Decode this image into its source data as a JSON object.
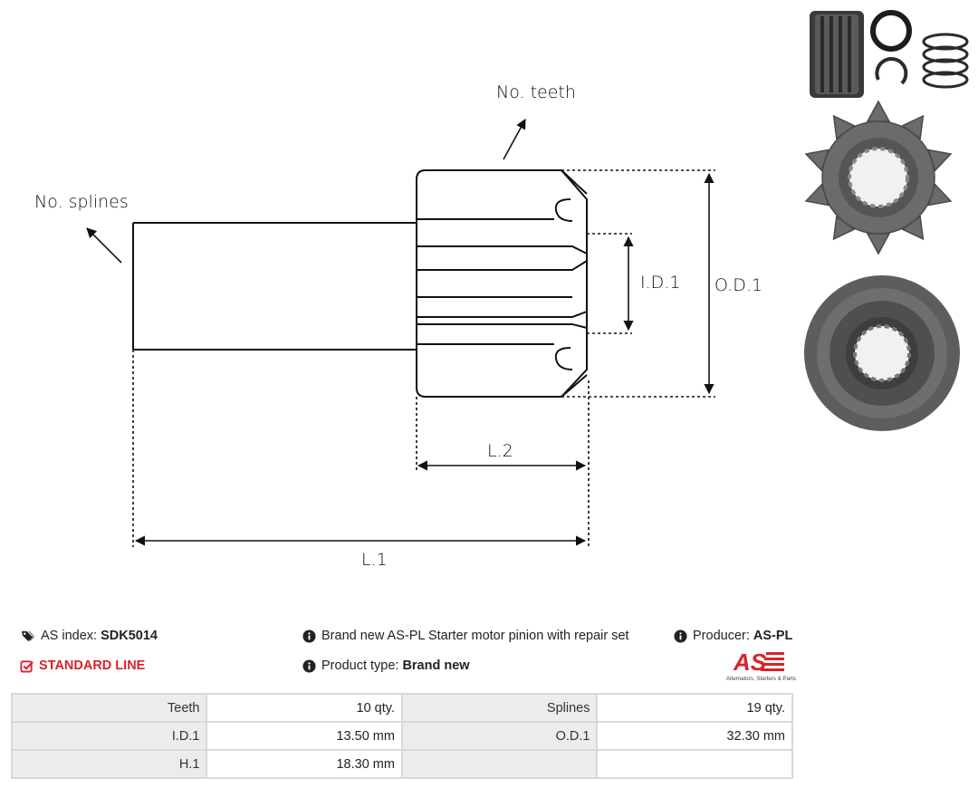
{
  "diagram": {
    "labels": {
      "teeth": "No. teeth",
      "splines": "No. splines",
      "id1": "I.D.1",
      "od1": "O.D.1",
      "l2": "L.2",
      "l1": "L.1"
    }
  },
  "info": {
    "as_index_label": "AS index:",
    "as_index_value": "SDK5014",
    "line_label": "STANDARD LINE",
    "description": "Brand new AS-PL Starter motor pinion with repair set",
    "product_type_label": "Product type:",
    "product_type_value": "Brand new",
    "producer_label": "Producer:",
    "producer_value": "AS-PL"
  },
  "logo": {
    "mark": "AS",
    "tagline": "Alternators, Starters & Parts"
  },
  "specs": [
    {
      "label1": "Teeth",
      "value1": "10 qty.",
      "label2": "Splines",
      "value2": "19 qty."
    },
    {
      "label1": "I.D.1",
      "value1": "13.50 mm",
      "label2": "O.D.1",
      "value2": "32.30 mm"
    },
    {
      "label1": "H.1",
      "value1": "18.30 mm",
      "label2": "",
      "value2": ""
    }
  ],
  "colors": {
    "accent_red": "#d8232a",
    "table_label_bg": "#ececec",
    "table_border": "#d8d8d8"
  },
  "icons": {
    "as_index": "tags-icon",
    "standard_line": "check-square-icon",
    "info": "info-circle-icon"
  }
}
